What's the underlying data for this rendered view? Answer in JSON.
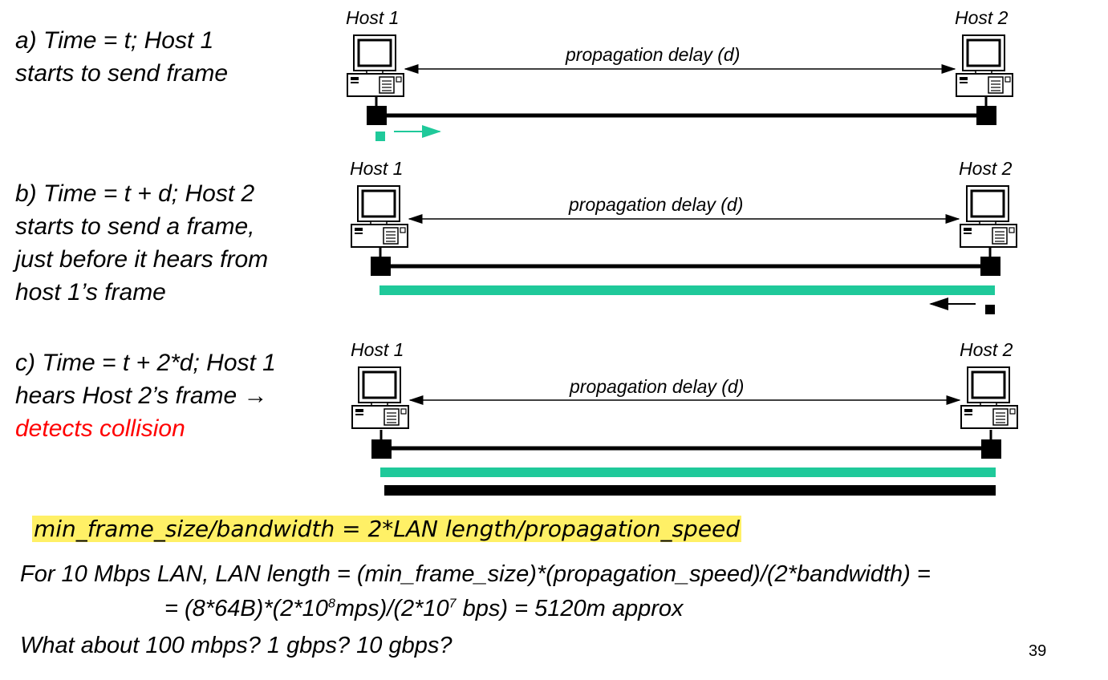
{
  "scenarios": [
    {
      "lines": [
        "a) Time = t; Host 1",
        "starts to send frame"
      ],
      "host1": "Host 1",
      "host2": "Host 2",
      "propagation_label": "propagation delay (d)"
    },
    {
      "lines": [
        "b) Time = t + d; Host 2",
        "starts to send a frame,",
        "just before it hears from",
        "host 1’s frame"
      ],
      "host1": "Host 1",
      "host2": "Host 2",
      "propagation_label": "propagation delay (d)"
    },
    {
      "lines": [
        "c) Time = t + 2*d; Host 1",
        "hears Host 2’s frame →"
      ],
      "highlight_line": "detects collision",
      "host1": "Host 1",
      "host2": "Host 2",
      "propagation_label": "propagation delay (d)"
    }
  ],
  "formula": "min_frame_size/bandwidth = 2*LAN length/propagation_speed",
  "equation": {
    "line1": "For 10 Mbps LAN, LAN length = (min_frame_size)*(propagation_speed)/(2*bandwidth) =",
    "line2_prefix": "= (8*64B)*(2*10",
    "line2_exp1": "8",
    "line2_mid": "mps)/(2*10",
    "line2_exp2": "7",
    "line2_suffix": " bps) = 5120m approx",
    "line3": "What about 100 mbps? 1 gbps? 10 gbps?"
  },
  "page_number": "39",
  "colors": {
    "frame_host1": "#1fc99a",
    "frame_host2": "#000000",
    "highlight": "#fff066",
    "collision_text": "#ff0000"
  }
}
